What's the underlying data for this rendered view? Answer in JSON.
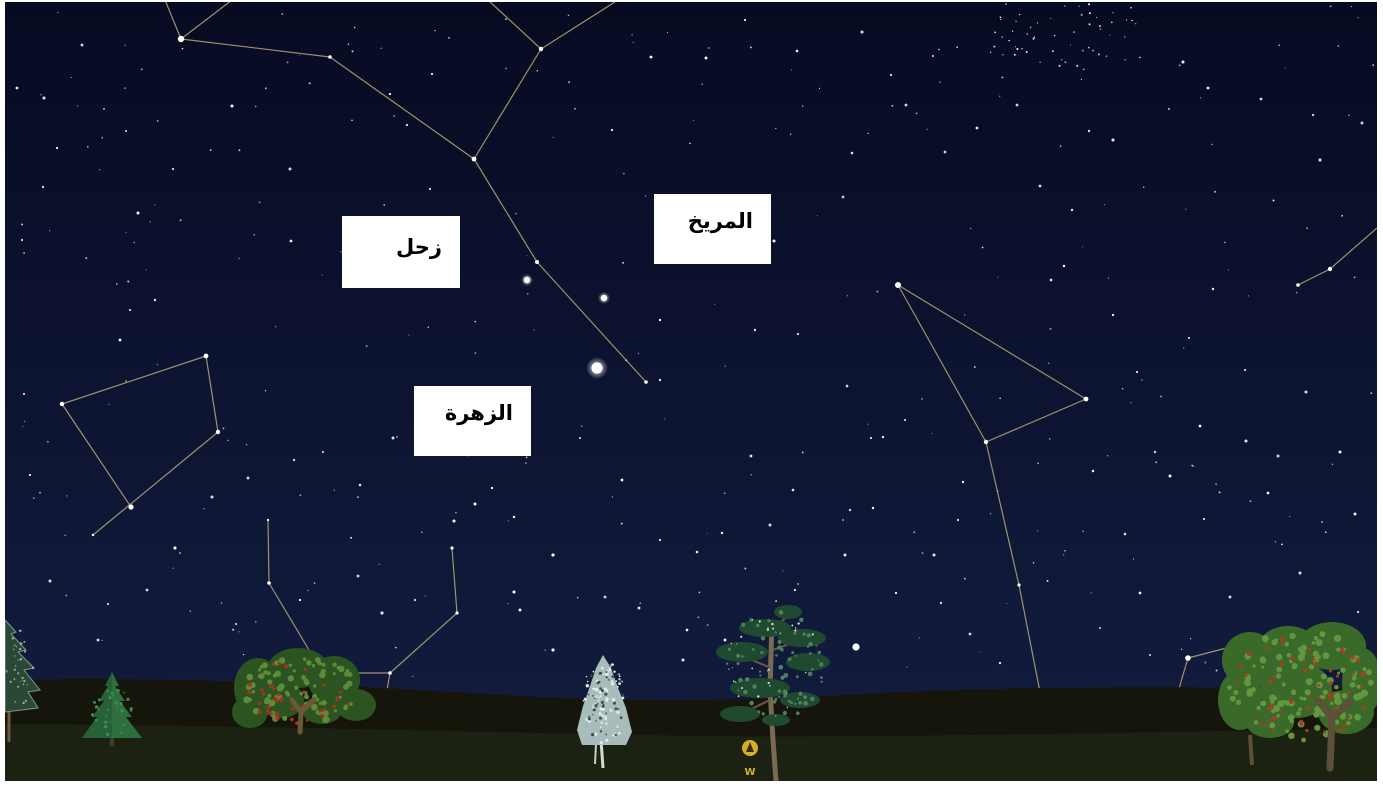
{
  "scene": {
    "colors": {
      "sky_top": "#070b22",
      "sky_horizon": "#131d40",
      "constellation_lines": "#b8a878",
      "stars": "#ffffff",
      "compass": "#d4b02a"
    }
  },
  "planet_labels": {
    "saturn": "زحل",
    "mars": "المريخ",
    "venus": "الزهرة"
  },
  "compass": {
    "direction": "W",
    "icon": "compass-marker-icon"
  }
}
